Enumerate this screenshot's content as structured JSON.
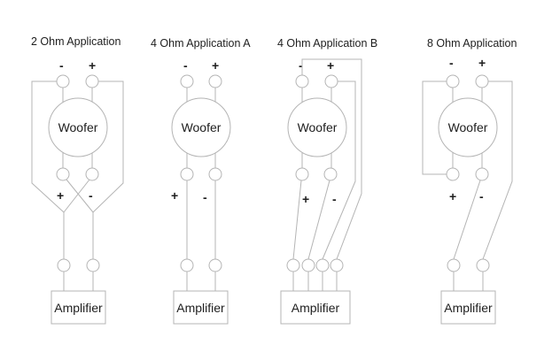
{
  "diagram": {
    "type": "speaker-wiring",
    "colors": {
      "wire": "#b4b4b4",
      "text": "#1e1e1e",
      "background": "#ffffff"
    },
    "panels": [
      {
        "id": "2ohm",
        "title": "2 Ohm Application",
        "woofer_label": "Woofer",
        "amplifier_label": "Amplifier",
        "top_signs": [
          "-",
          "+"
        ],
        "bottom_signs": [
          "+",
          "-"
        ],
        "wiring": "parallel (crossed)"
      },
      {
        "id": "4ohmA",
        "title": "4 Ohm Application A",
        "woofer_label": "Woofer",
        "amplifier_label": "Amplifier",
        "top_signs": [
          "-",
          "+"
        ],
        "bottom_signs": [
          "+",
          "-"
        ],
        "wiring": "single coil"
      },
      {
        "id": "4ohmB",
        "title": "4 Ohm Application B",
        "woofer_label": "Woofer",
        "amplifier_label": "Amplifier",
        "top_signs": [
          "-",
          "+"
        ],
        "bottom_signs": [
          "+",
          "-"
        ],
        "wiring": "two coils to four amp terminals"
      },
      {
        "id": "8ohm",
        "title": "8 Ohm Application",
        "woofer_label": "Woofer",
        "amplifier_label": "Amplifier",
        "top_signs": [
          "-",
          "+"
        ],
        "bottom_signs": [
          "+",
          "-"
        ],
        "wiring": "series"
      }
    ]
  }
}
